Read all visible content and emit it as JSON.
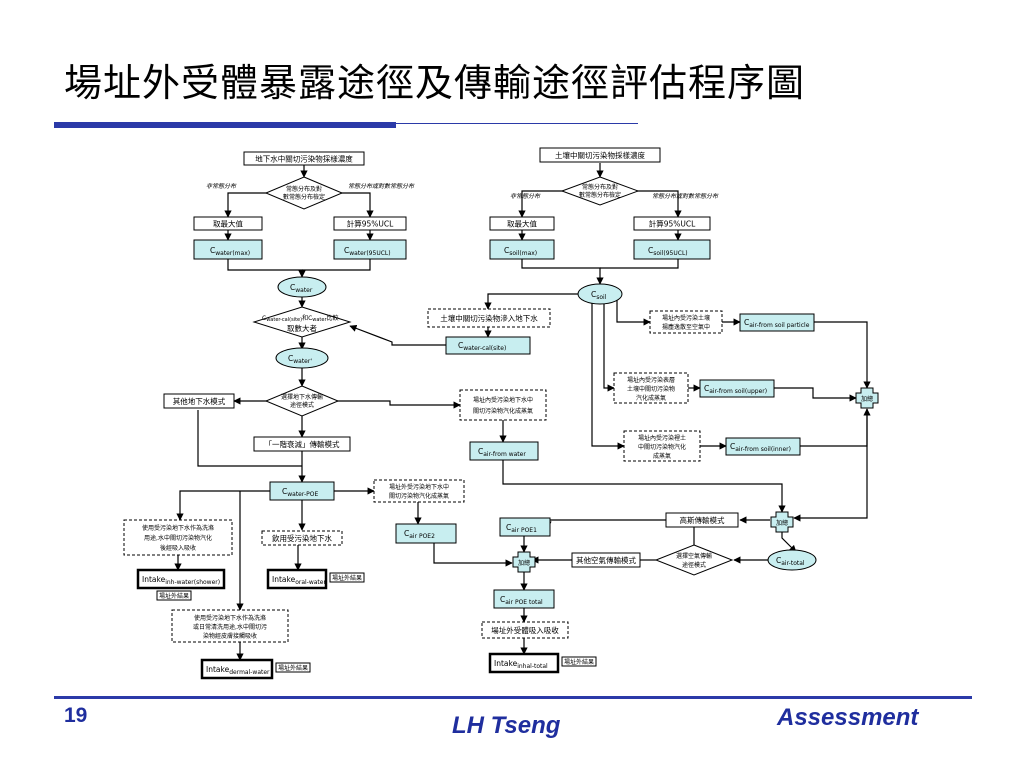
{
  "slide": {
    "title": "場址外受體暴露途徑及傳輸途徑評估程序圖",
    "number": "19",
    "author": "LH Tseng",
    "topic": "Assessment"
  },
  "diagram": {
    "gw_sample": "地下水中關切污染物採樣濃度",
    "gw_dist_q1": "常態分布及對",
    "gw_dist_q2": "數常態分布檢定",
    "gw_non_normal": "非常態分布",
    "gw_normal": "常態分布或對數常態分布",
    "gw_take_max": "取最大值",
    "gw_calc_ucl": "計算95%UCL",
    "gw_cmax_main": "C",
    "gw_cmax_sub": "water(max)",
    "gw_cucl_main": "C",
    "gw_cucl_sub": "water(95UCL)",
    "soil_sample": "土壤中關切污染物採樣濃度",
    "soil_dist_q1": "常態分布及對",
    "soil_dist_q2": "數常態分布檢定",
    "soil_non_normal": "非常態分布",
    "soil_normal": "常態分布或對數常態分布",
    "soil_take_max": "取最大值",
    "soil_calc_ucl": "計算95%UCL",
    "soil_cmax_main": "C",
    "soil_cmax_sub": "soil(max)",
    "soil_cucl_main": "C",
    "soil_cucl_sub": "soil(95UCL)",
    "c_water_main": "C",
    "c_water_sub": "water",
    "c_soil_main": "C",
    "c_soil_sub": "soil",
    "compare_line1a": "C",
    "compare_line1b": "water-cal(site)",
    "compare_line1c": "和C",
    "compare_line1d": "water",
    "compare_line1e": "比較",
    "compare_line2": "取數大者",
    "leach_box": "土壤中關切污染物滲入地下水",
    "c_water_cal_main": "C",
    "c_water_cal_sub": "water-cal(site)",
    "c_water_prime_main": "C",
    "c_water_prime_sub": "water'",
    "soil_particle_1": "場址內受污染土壤",
    "soil_particle_2": "揚塵逸散至空氣中",
    "c_air_particle_main": "C",
    "c_air_particle_sub": "air-from soil particle",
    "soil_upper_1": "場址內受污染表層",
    "soil_upper_2": "土壤中關切污染物",
    "soil_upper_3": "汽化成蒸氣",
    "c_air_upper_main": "C",
    "c_air_upper_sub": "air-from soil(upper)",
    "soil_inner_1": "場址內受污染裡土",
    "soil_inner_2": "中關切污染物汽化",
    "soil_inner_3": "成蒸氣",
    "c_air_inner_main": "C",
    "c_air_inner_sub": "air-from soil(inner)",
    "sum1": "加總",
    "sum2": "加總",
    "sum3": "加總",
    "gw_model_choice_1": "選擇地下水傳輸",
    "gw_model_choice_2": "途徑模式",
    "other_gw_model": "其他地下水模式",
    "first_order_model": "「一階衰減」傳輸模式",
    "gw_vapor_1": "場址內受污染地下水中",
    "gw_vapor_2": "關切污染物汽化成蒸氣",
    "c_air_water_main": "C",
    "c_air_water_sub": "air-from water",
    "c_water_poe_main": "C",
    "c_water_poe_sub": "water-POE",
    "offsite_vapor_1": "場址外受污染地下水中",
    "offsite_vapor_2": "關切污染物汽化成蒸氣",
    "c_air_poe2_main": "C",
    "c_air_poe2_sub": "air POE2",
    "c_air_poe1_main": "C",
    "c_air_poe1_sub": "air POE1",
    "c_air_poe_total_main": "C",
    "c_air_poe_total_sub": "air POE  total",
    "gaussian_model": "高斯傳輸模式",
    "other_air_model": "其他空氣傳輸模式",
    "air_model_choice_1": "選擇空氣傳輸",
    "air_model_choice_2": "途徑模式",
    "c_air_total_main": "C",
    "c_air_total_sub": "air-total",
    "shower_1": "使用受污染地下水作為洗滌",
    "shower_2": "用途,水中關切污染物汽化",
    "shower_3": "後經吸入吸收",
    "drink_box": "飲用受污染地下水",
    "dermal_1": "使用受污染地下水作為洗滌",
    "dermal_2": "或日常清洗用途,水中關切污",
    "dermal_3": "染物經皮膚接觸吸收",
    "offsite_inhale": "場址外受體吸入吸收",
    "intake_inh_main": "Intake",
    "intake_inh_sub": "inh-water(shower)",
    "intake_oral_main": "Intake",
    "intake_oral_sub": "oral-water",
    "intake_dermal_main": "Intake",
    "intake_dermal_sub": "dermal-water",
    "intake_inhal_main": "Intake",
    "intake_inhal_sub": "inhal-total",
    "result_1": "場址外結果",
    "result_2": "場址外結果",
    "result_3": "場址外結果",
    "result_4": "場址外結果"
  }
}
